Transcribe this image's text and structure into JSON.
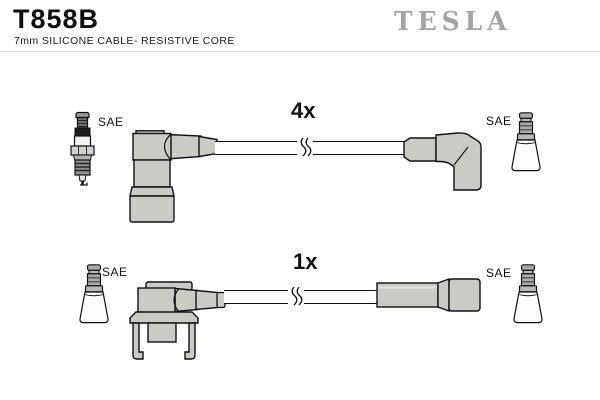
{
  "header": {
    "part_number": "T858B",
    "subtitle": "7mm SILICONE CABLE- RESISTIVE CORE",
    "brand": "TESLA"
  },
  "items": [
    {
      "quantity_label": "4x",
      "left_terminal_label": "SAE",
      "right_terminal_label": "SAE",
      "left_icon": "spark-plug-icon",
      "right_icon": "sae-terminal-icon",
      "cable_left_end": "angled-spark-plug-boot",
      "cable_right_end": "angled-distributor-boot"
    },
    {
      "quantity_label": "1x",
      "left_terminal_label": "SAE",
      "right_terminal_label": "SAE",
      "left_icon": "sae-terminal-icon",
      "right_icon": "sae-terminal-icon",
      "cable_left_end": "angled-coil-boot-with-bracket",
      "cable_right_end": "straight-distributor-boot"
    }
  ],
  "colors": {
    "boot_fill": "#c8ccc4",
    "outline": "#111111",
    "brand_gray": "#a2a6a2",
    "metal_gray": "#a9ada5",
    "rule_gray": "#dcdcdc"
  }
}
